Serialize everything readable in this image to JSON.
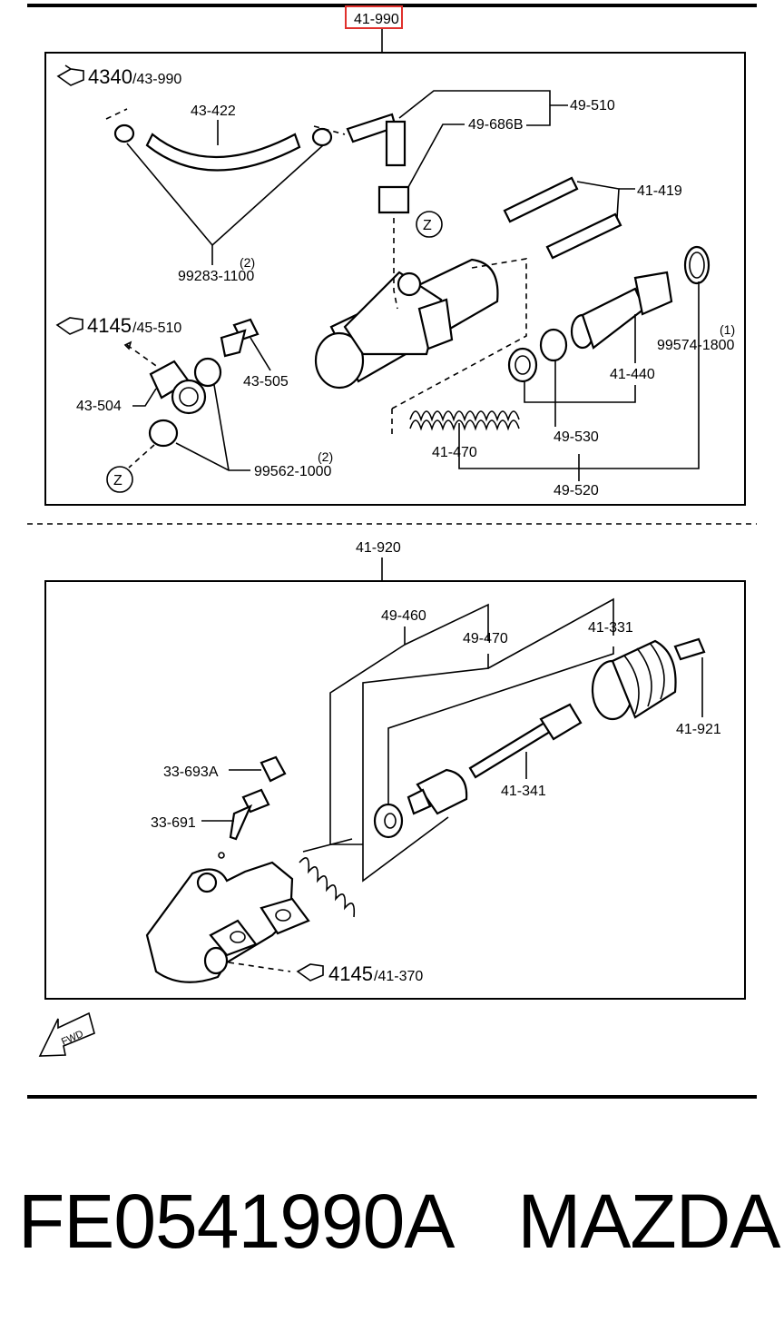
{
  "header_part": "41-990",
  "upper_assembly": {
    "ref_main": "4340",
    "ref_sub": "/43-990",
    "labels": [
      "43-422",
      "49-510",
      "49-686B",
      "41-419",
      "99283-1100",
      "(2)",
      "(1)",
      "99574-1800",
      "41-440",
      "43-505",
      "43-504",
      "41-470",
      "49-530",
      "49-520",
      "99562-1000",
      "(2)"
    ],
    "ref2_main": "4145",
    "ref2_sub": "/45-510",
    "z_mark": "Z"
  },
  "lower_assembly_part": "41-920",
  "lower_assembly": {
    "labels": [
      "49-460",
      "49-470",
      "41-331",
      "41-921",
      "33-693A",
      "33-691",
      "41-341"
    ],
    "ref_main": "4145",
    "ref_sub": "/41-370"
  },
  "fwd_label": "FWD",
  "footer": {
    "part_number": "FE0541990A",
    "brand": "MAZDA"
  },
  "colors": {
    "highlight": "#e0302c",
    "ink": "#000000"
  }
}
